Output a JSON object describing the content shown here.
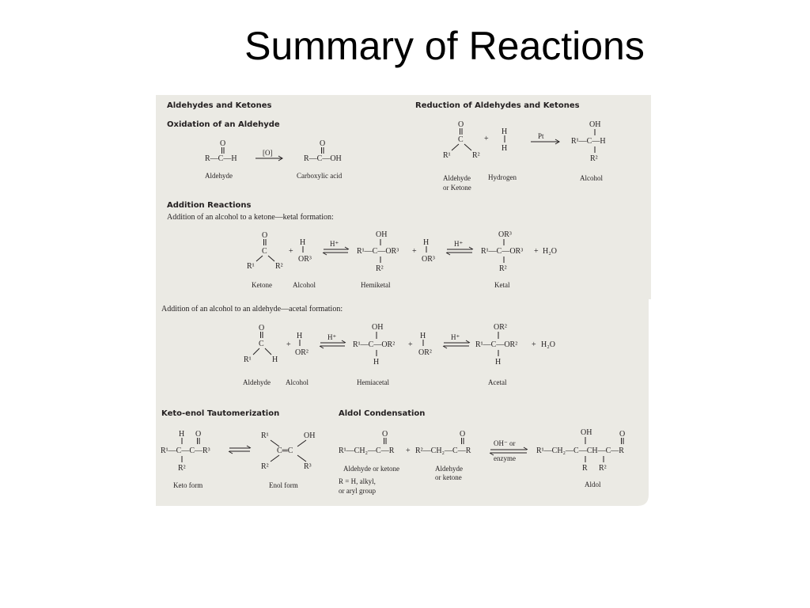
{
  "slide": {
    "title": "Summary of Reactions"
  },
  "colors": {
    "panel_background": "#ebeae4",
    "ink": "#231f20",
    "slide_background": "#ffffff"
  },
  "headings": {
    "aldehydes_ketones": "Aldehydes and Ketones",
    "oxidation": "Oxidation of an Aldehyde",
    "reduction": "Reduction of Aldehydes and Ketones",
    "addition": "Addition Reactions",
    "ketal_line": "Addition of an alcohol to a ketone—ketal formation:",
    "acetal_line": "Addition of an alcohol to an aldehyde—acetal formation:",
    "tautomer": "Keto-enol Tautomerization",
    "aldol": "Aldol Condensation"
  },
  "oxidation": {
    "reagent": "[O]",
    "aldehyde_formula": "R—C—H",
    "acid_formula": "R—C—OH",
    "carbonyl_o": "O",
    "labels": [
      "Aldehyde",
      "Carboxylic acid"
    ]
  },
  "reduction": {
    "catalyst": "Pt",
    "plus": "+",
    "h": "H",
    "oh": "OH",
    "c": "C",
    "r1": "R¹",
    "r2": "R²",
    "alcohol_formula": "R¹—C—H",
    "labels": {
      "reactant": "Aldehyde",
      "reactant2": "or Ketone",
      "hydrogen": "Hydrogen",
      "product": "Alcohol"
    }
  },
  "ketal": {
    "catalyst": "H⁺",
    "or3": "OR³",
    "hemiketal_formula": "R¹—C—OR³",
    "ketal_formula": "R¹—C—OR³",
    "water": "H₂O",
    "labels": [
      "Ketone",
      "Alcohol",
      "Hemiketal",
      "Ketal"
    ]
  },
  "acetal": {
    "catalyst": "H⁺",
    "or2": "OR²",
    "hemiacetal_formula": "R¹—C—OR²",
    "acetal_formula": "R¹—C—OR²",
    "water": "H₂O",
    "labels": [
      "Aldehyde",
      "Alcohol",
      "Hemiacetal",
      "Acetal"
    ]
  },
  "tautomer": {
    "keto_formula": "R¹—C—C—R³",
    "enol_formula": "C═C",
    "r3": "R³",
    "labels": [
      "Keto form",
      "Enol form"
    ]
  },
  "aldol": {
    "reactant_formula": "R¹—CH₂—C—R",
    "reactant2_formula": "R²—CH₂—C—R",
    "catalyst1": "OH⁻ or",
    "catalyst2": "enzyme",
    "product_formula": "R¹—CH₂—C—CH—C—R",
    "r": "R",
    "labels": {
      "reactant": "Aldehyde or ketone",
      "reactant2a": "Aldehyde",
      "reactant2b": "or ketone",
      "r_def1": "R = H, alkyl,",
      "r_def2": "or aryl group",
      "product": "Aldol"
    }
  }
}
